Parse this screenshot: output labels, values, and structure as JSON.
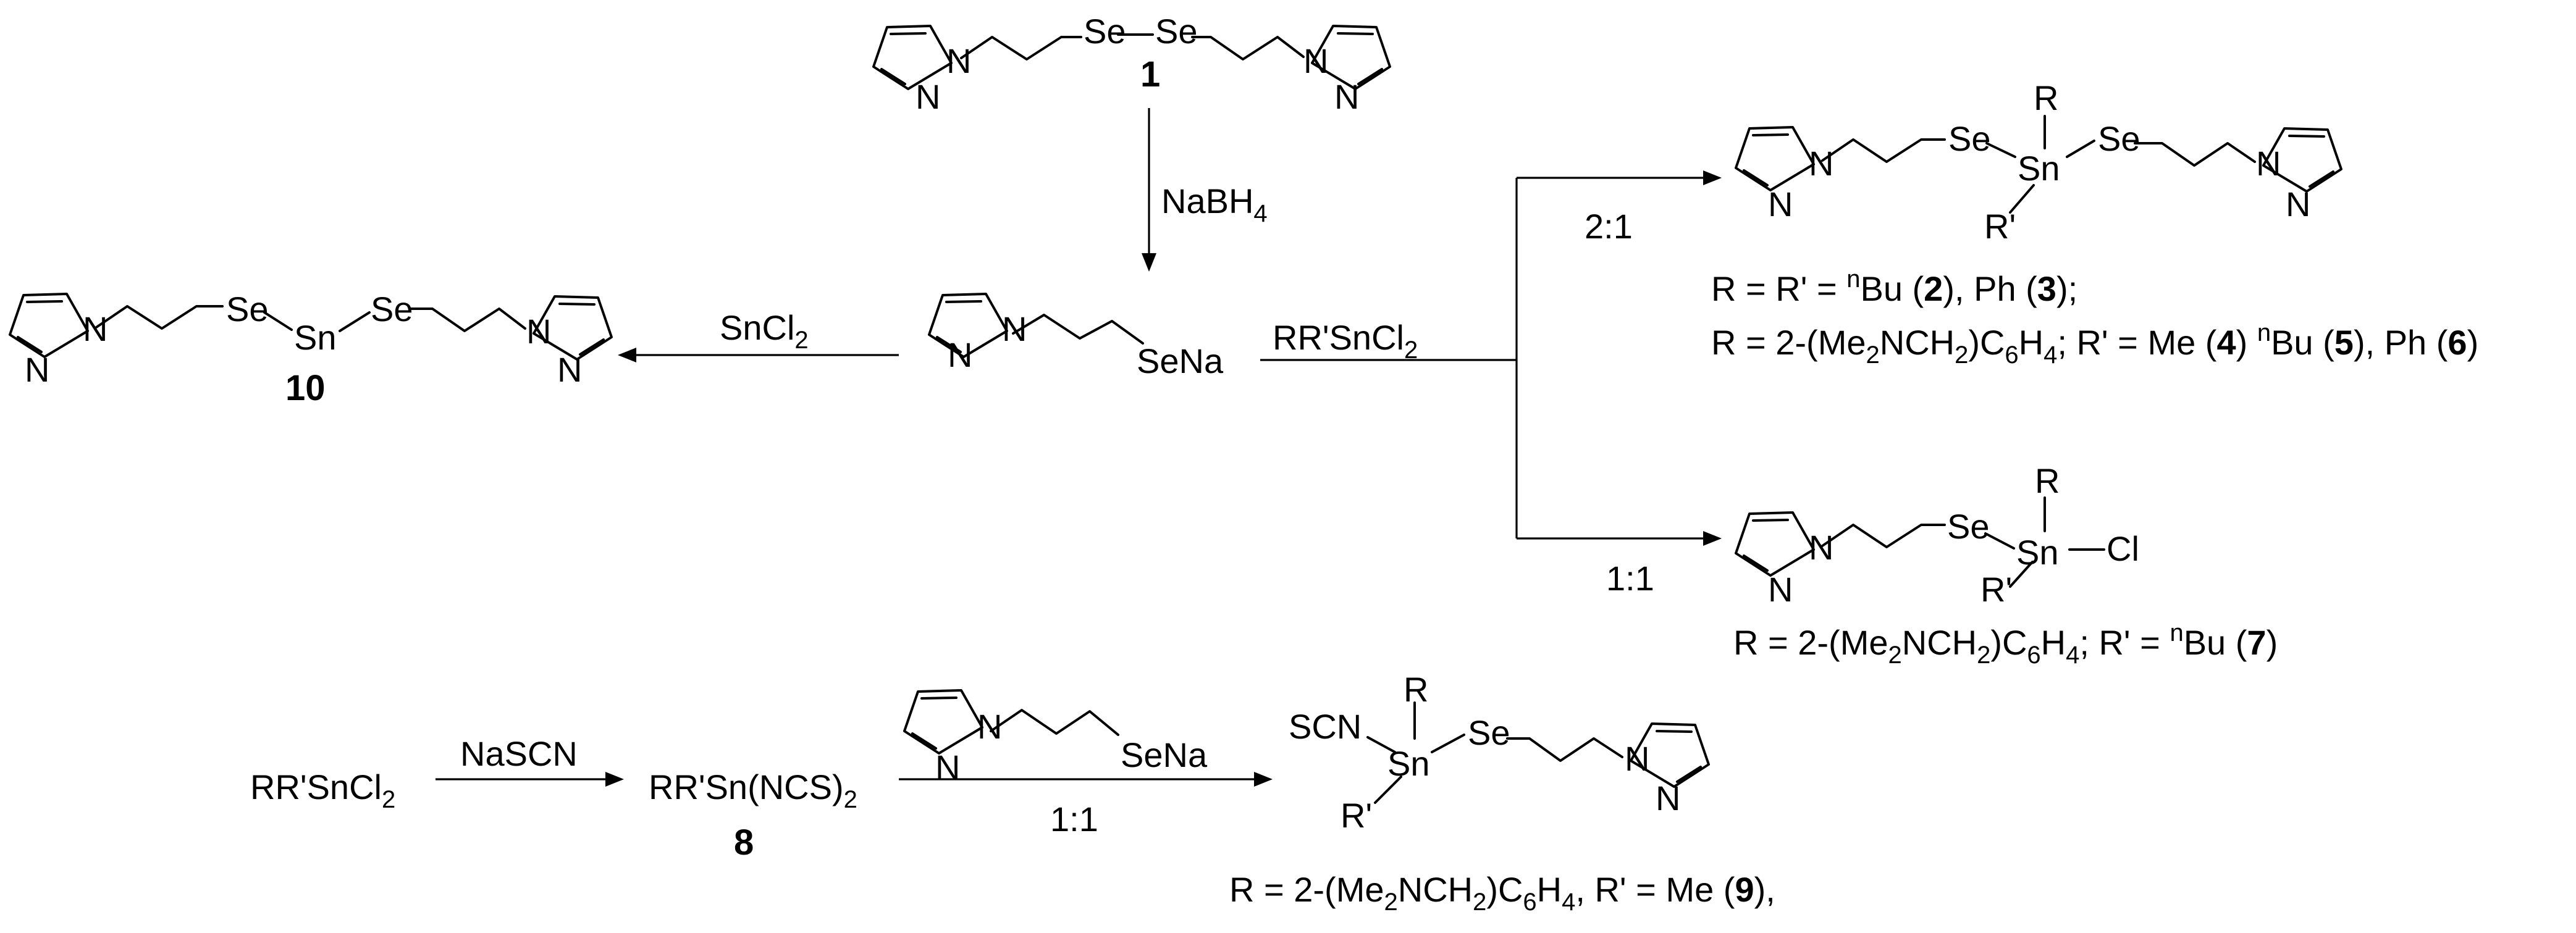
{
  "atoms": {
    "N": "N",
    "Se": "Se",
    "Sn": "Sn",
    "Cl": "Cl",
    "R": "R",
    "Rp": "R'",
    "SeNa": "SeNa",
    "SCN": "SCN"
  },
  "compounds": {
    "c1": "1",
    "c8": "8",
    "c10": "10"
  },
  "reagents": {
    "nabh4": "NaBH",
    "nabh4_sub": "4",
    "sncl2": "SnCl",
    "sncl2_sub": "2",
    "rrsncl2": "RR'SnCl",
    "rrsncl2_sub": "2",
    "nascn": "NaSCN",
    "ratio_21": "2:1",
    "ratio_11_top": "1:1",
    "ratio_11_bottom": "1:1",
    "rrsn_ncs": "RR'Sn(NCS)",
    "rrsn_ncs_sub": "2"
  },
  "captions": {
    "line1_a": "R = R' = ",
    "line1_n": "n",
    "line1_b": "Bu (",
    "line1_c2": "2",
    "line1_d": "), Ph (",
    "line1_c3": "3",
    "line1_e": ");",
    "line2_a": "R =  2-(Me",
    "s2": "2",
    "line2_b": "NCH",
    "line2_c": ")C",
    "s6": "6",
    "line2_d": "H",
    "s4": "4",
    "line2_e": "; R' = Me (",
    "line2_c4": "4",
    "line2_f": ") ",
    "line2_n": "n",
    "line2_g": "Bu (",
    "line2_c5": "5",
    "line2_h": "), Ph (",
    "line2_c6": "6",
    "line2_i": ")",
    "line3_e": "; R' = ",
    "line3_n": "n",
    "line3_f": "Bu (",
    "line3_c7": "7",
    "line3_g": ")",
    "line4_e": ", R' = Me (",
    "line4_c9": "9",
    "line4_f": "),"
  }
}
